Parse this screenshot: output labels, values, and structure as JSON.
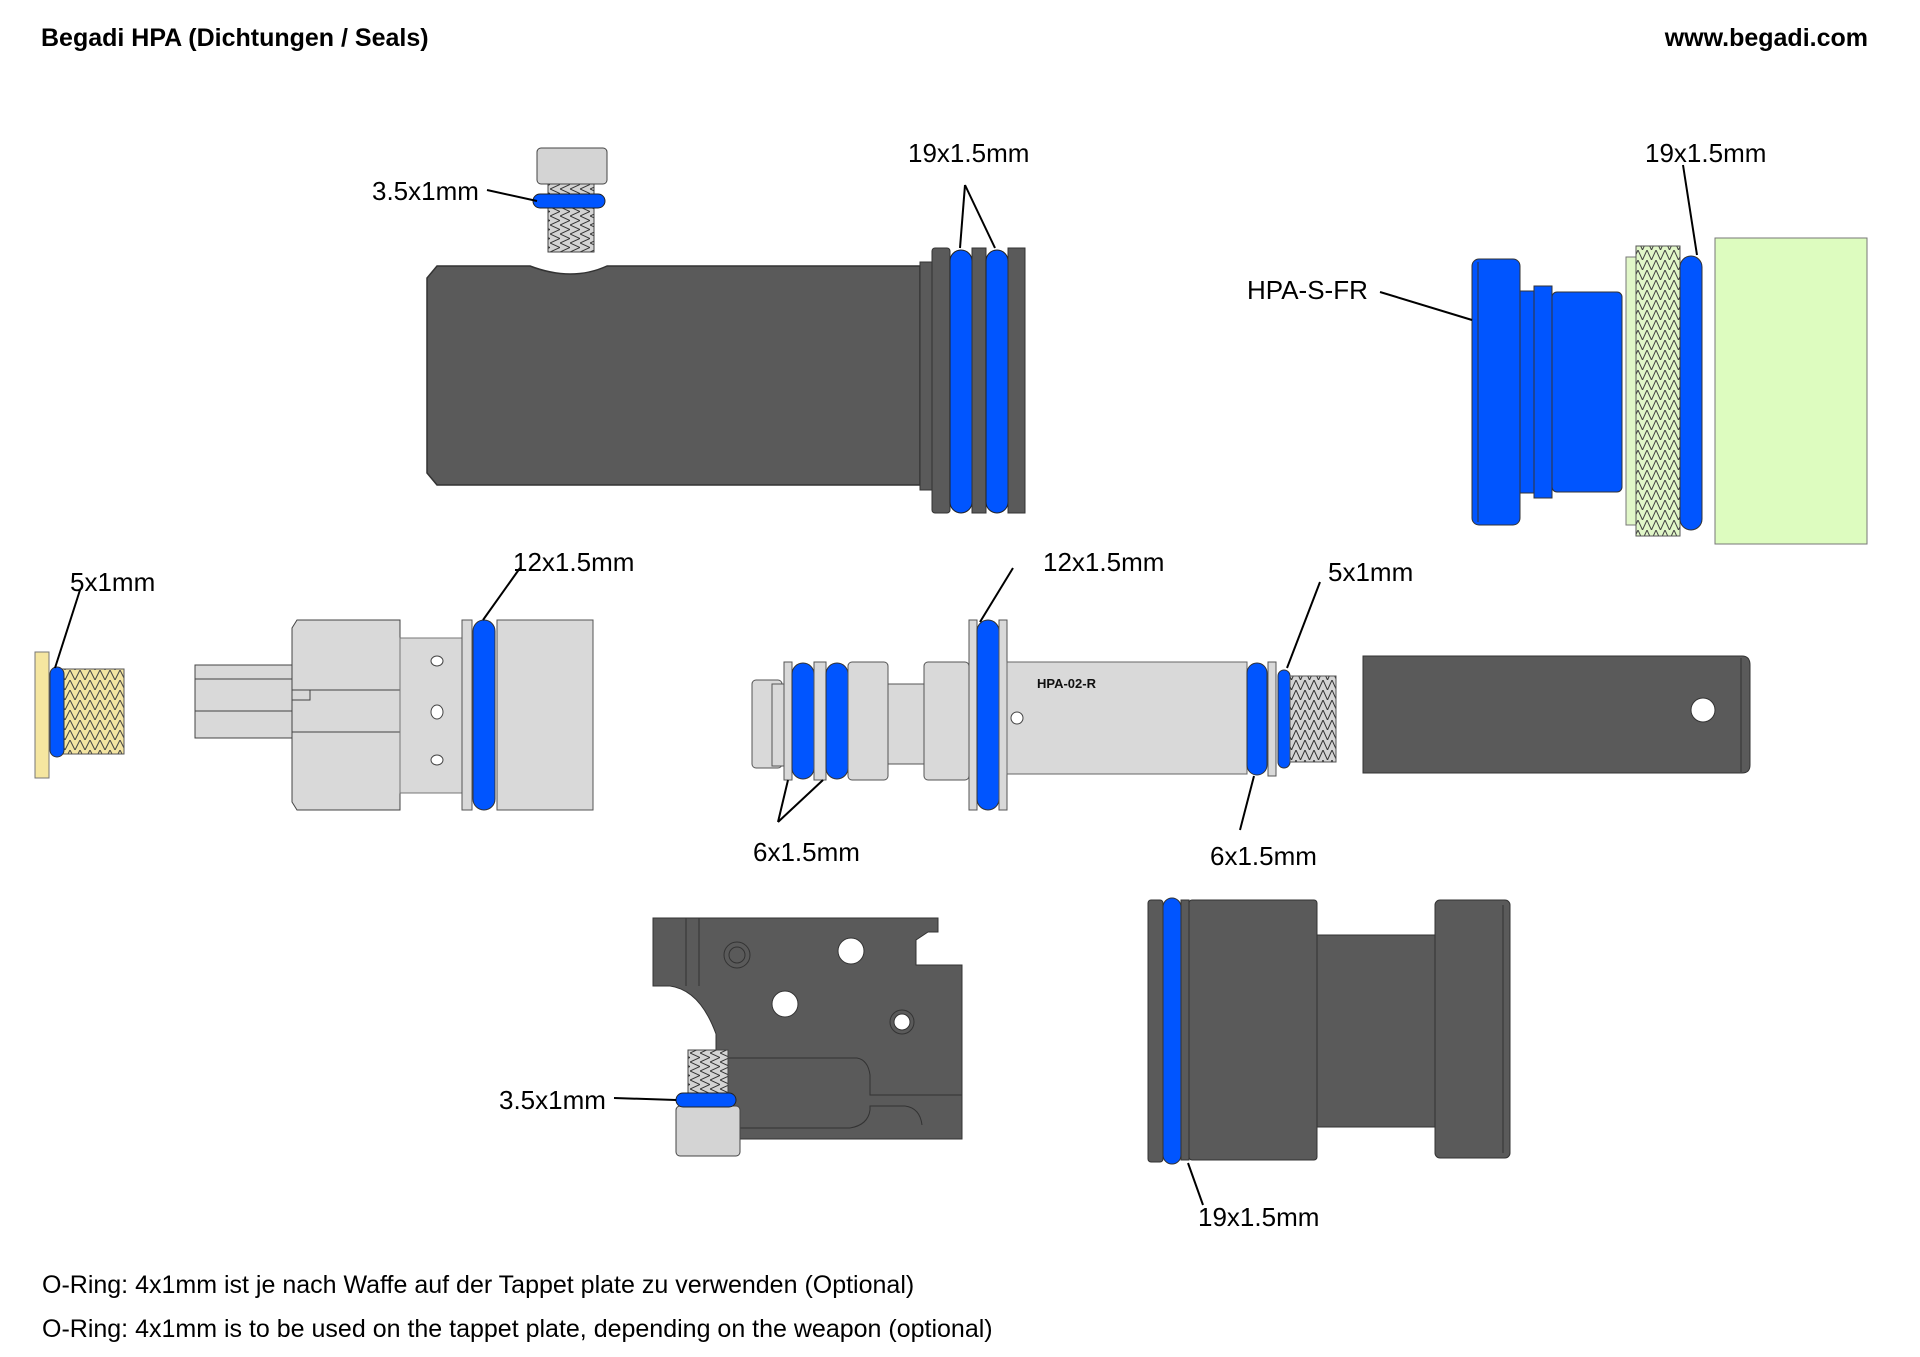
{
  "header": {
    "title": "Begadi HPA (Dichtungen / Seals)",
    "url": "www.begadi.com"
  },
  "colors": {
    "oring_blue": "#0055ff",
    "dark_part": "#5a5a5a",
    "light_part": "#d9d9d9",
    "green_part": "#ddfcbf",
    "brass_part": "#f5e6a0",
    "outline": "#3a3a3a"
  },
  "callouts": {
    "nozzle_screw_oring": "3.5x1mm",
    "nozzle_rings": "19x1.5mm",
    "hpa_s_fr_ring": "19x1.5mm",
    "hpa_s_fr_part": "HPA-S-FR",
    "brass_screw_oring": "5x1mm",
    "valve_body_ring": "12x1.5mm",
    "shaft_center_ring": "12x1.5mm",
    "shaft_thread_oring": "5x1mm",
    "shaft_front_rings": "6x1.5mm",
    "shaft_rear_ring": "6x1.5mm",
    "bracket_screw_oring": "3.5x1mm",
    "cylinder_head_ring": "19x1.5mm"
  },
  "parts": {
    "shaft_marking": "HPA-02-R"
  },
  "notes": [
    "O-Ring: 4x1mm ist je nach Waffe auf der Tappet plate zu verwenden (Optional)",
    "O-Ring: 4x1mm is to be used on the tappet plate, depending on the weapon (optional)"
  ]
}
